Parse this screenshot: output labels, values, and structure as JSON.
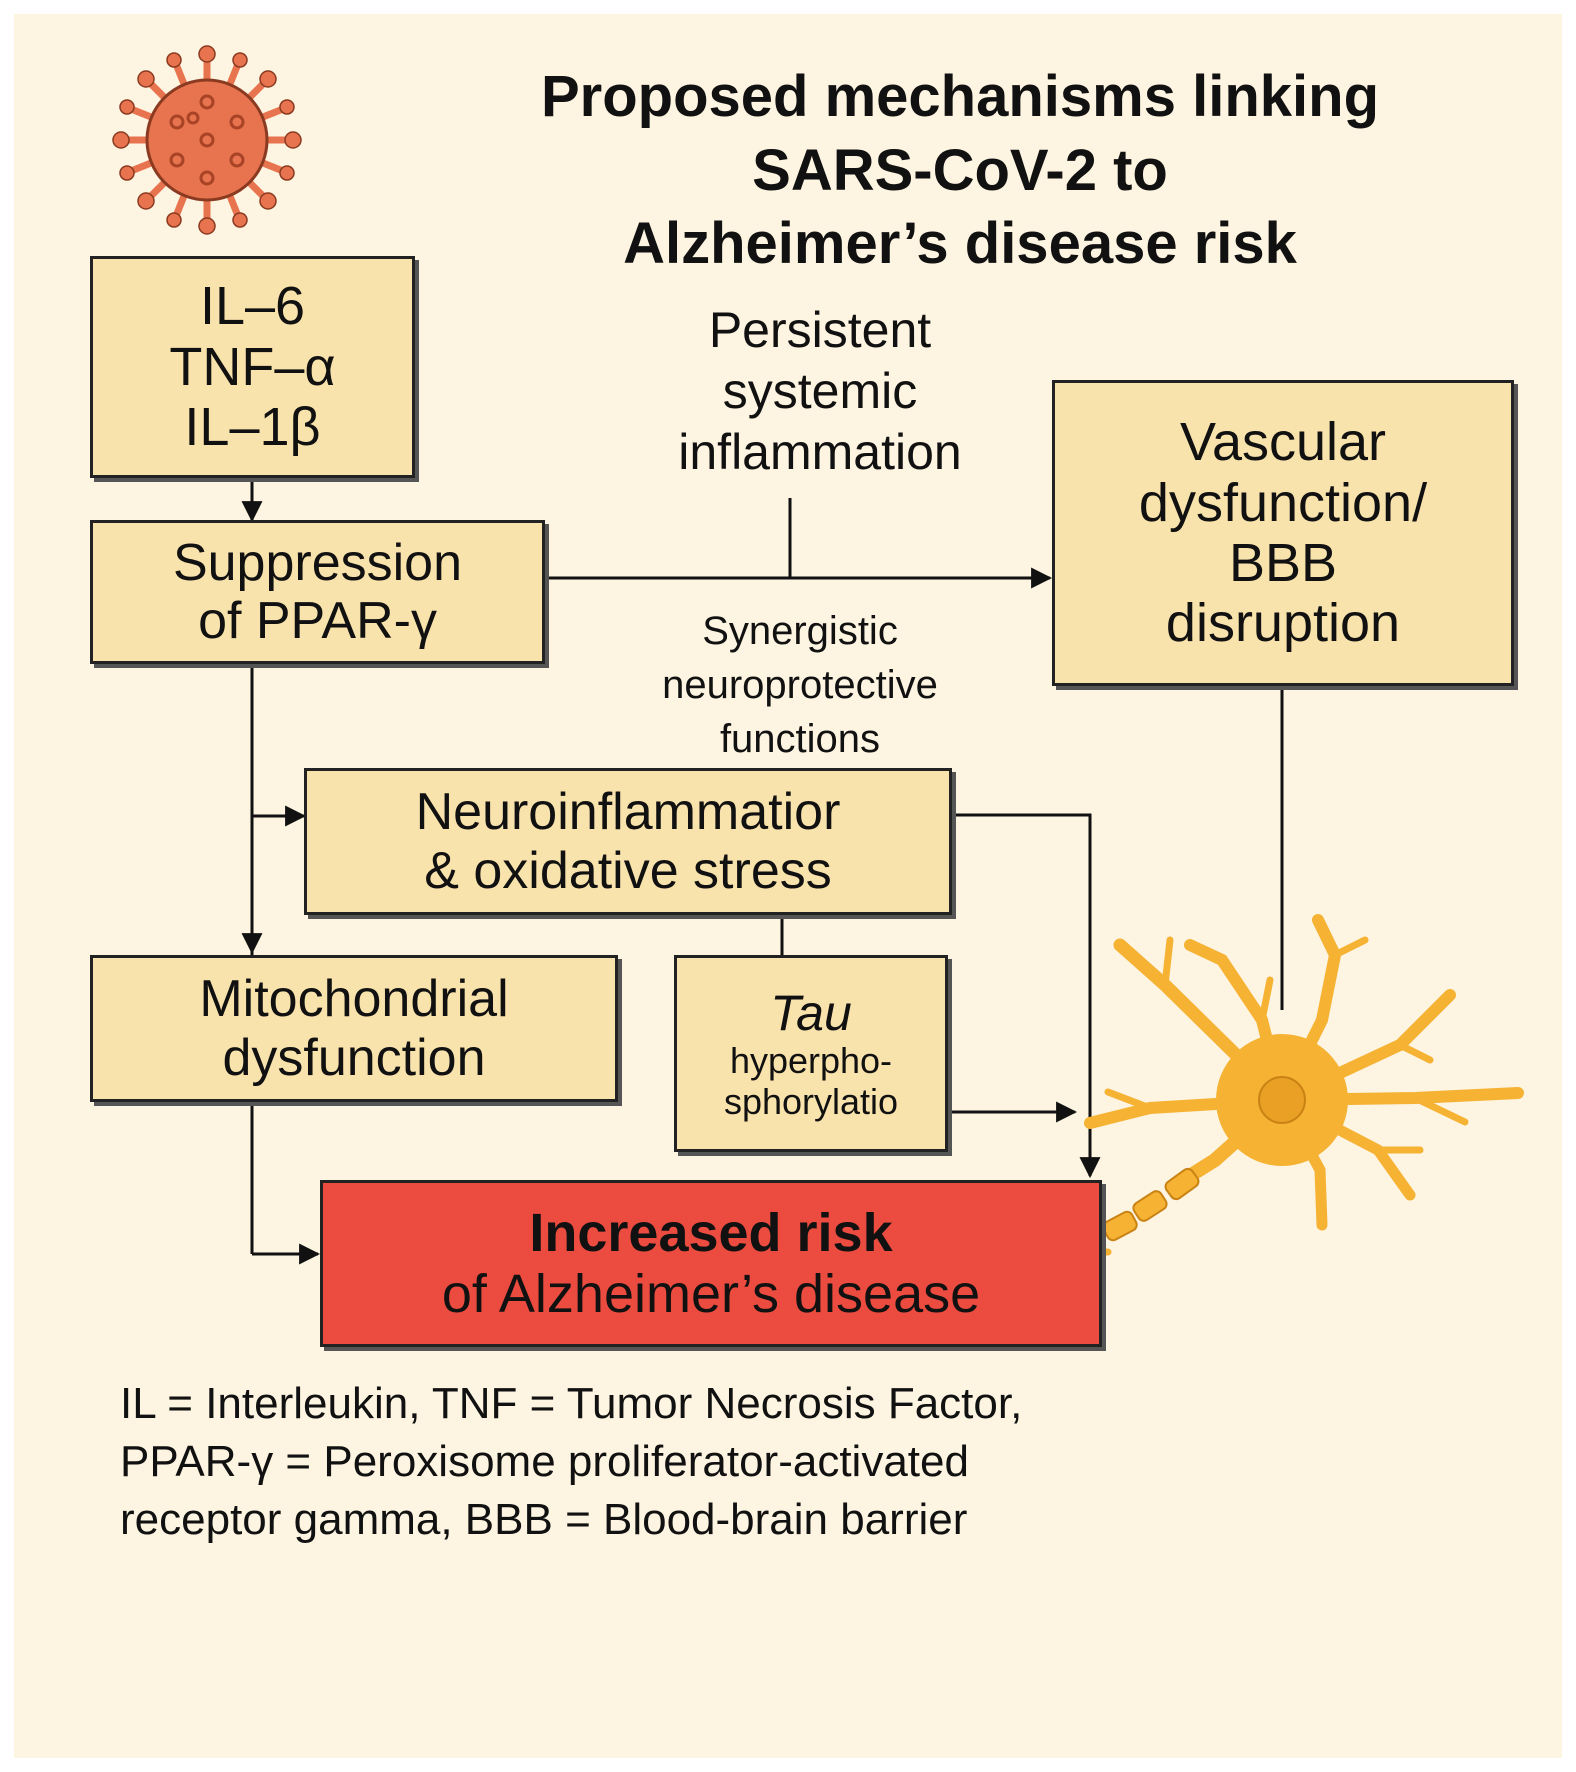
{
  "title": [
    "Proposed mechanisms linking",
    "SARS-CoV-2 to",
    "Alzheimer’s disease risk"
  ],
  "cytokines": [
    "IL–6",
    "TNF–α",
    "IL–1β"
  ],
  "suppression": [
    "Suppression",
    "of PPAR-γ"
  ],
  "persistent": [
    "Persistent",
    "systemic",
    "inflammation"
  ],
  "vascular": [
    "Vascular",
    "dysfunction/",
    "BBB",
    "disruption"
  ],
  "synergistic": [
    "Synergistic",
    "neuroprotective",
    "functions"
  ],
  "neuroinflammation": [
    "Neuroinflammatior",
    "& oxidative stress"
  ],
  "mitochondrial": [
    "Mitochondrial",
    "dysfunction"
  ],
  "tau": {
    "italic": "Tau",
    "lines": [
      "hyperpho-",
      "sphorylatio"
    ]
  },
  "outcome": [
    "Increased risk",
    "of Alzheimer’s disease"
  ],
  "legend": [
    "IL = Interleukin, TNF = Tumor Necrosis Factor,",
    "PPAR-γ = Peroxisome proliferator-activated",
    "receptor gamma, BBB = Blood-brain barrier"
  ],
  "colors": {
    "background": "#fdf4e1",
    "box_fill": "#f9e3ac",
    "outcome_fill": "#ec4c3f",
    "virus": "#e8744f",
    "neuron": "#f6b233",
    "line": "#111111"
  },
  "icons": [
    "virus-icon",
    "neuron-icon"
  ]
}
